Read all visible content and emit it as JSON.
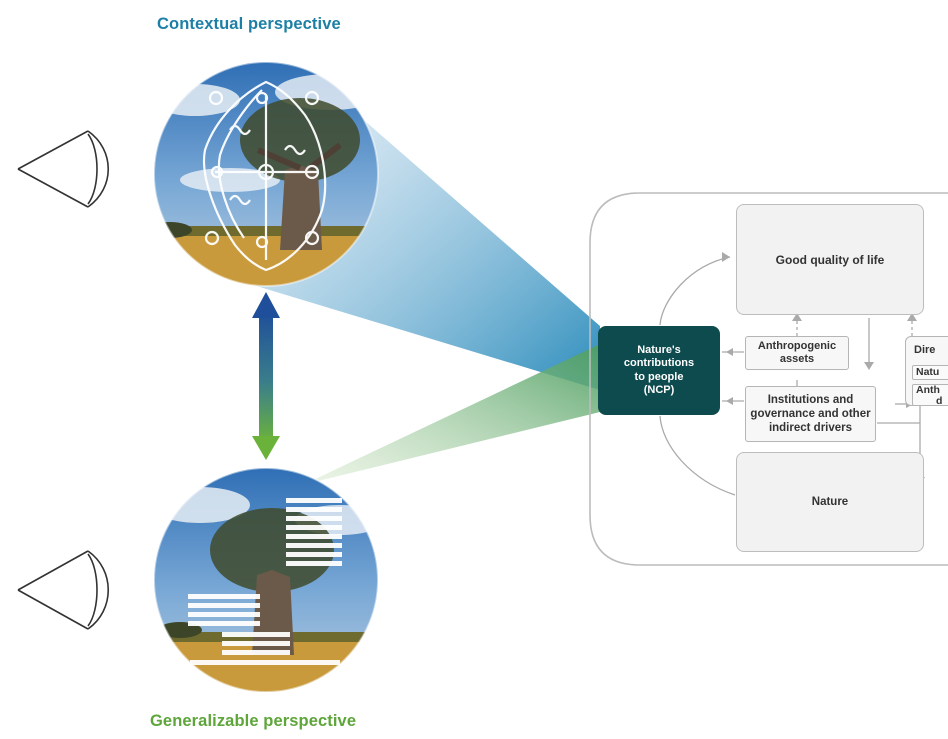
{
  "titles": {
    "contextual": "Contextual perspective",
    "generalizable": "Generalizable perspective"
  },
  "framework": {
    "good_quality_of_life": "Good quality of life",
    "ncp": [
      "Nature's",
      "contributions",
      "to people",
      "(NCP)"
    ],
    "anthropogenic_assets": [
      "Anthropogenic",
      "assets"
    ],
    "institutions": [
      "Institutions and",
      "governance and other",
      "indirect drivers"
    ],
    "nature": "Nature",
    "direct_drivers_partial": "Dire",
    "natural_partial": "Natu",
    "anthropogenic_partial": [
      "Anth",
      "d"
    ]
  },
  "icons": [
    "eye-icon",
    "double-arrow-icon"
  ],
  "colors": {
    "blue_title": "#1d7fa5",
    "green_title": "#5ea53a",
    "ncp_box": "#0e4b4e"
  }
}
